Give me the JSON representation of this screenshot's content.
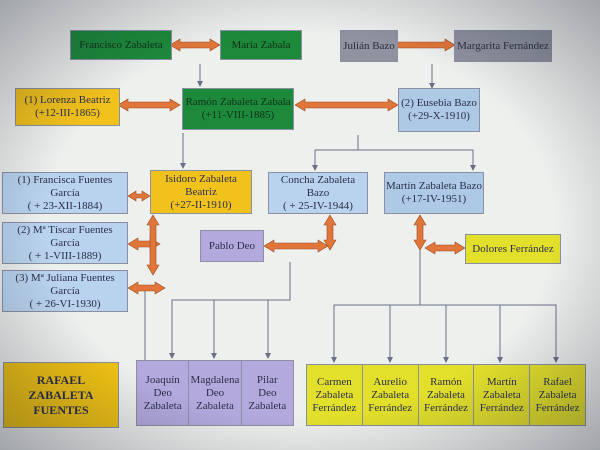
{
  "nodes": {
    "francisco": {
      "name": "Francisco Zabaleta",
      "date": ""
    },
    "maria": {
      "name": "Maria  Zabala",
      "date": ""
    },
    "julian": {
      "name": "Julián Bazo",
      "date": ""
    },
    "margarita": {
      "name": "Margarita Fernández",
      "date": ""
    },
    "lorenza": {
      "name": "(1) Lorenza Beatriz",
      "date": "(+12-III-1865)"
    },
    "ramon_sr": {
      "name": "Ramón Zabaleta Zabala",
      "date": "(+11-VIII-1885)"
    },
    "eusebia": {
      "name": "(2) Eusebia Bazo",
      "date": "(+29-X-1910)"
    },
    "francisca": {
      "name": "(1) Francisca Fuentes García",
      "date": "( + 23-XII-1884)"
    },
    "isidoro": {
      "name": "Isidoro Zabaleta Beatriz",
      "date": "(+27-II-1910)"
    },
    "concha": {
      "name": "Concha Zabaleta Bazo",
      "date": "( + 25-IV-1944)"
    },
    "martin_sr": {
      "name": "Martín Zabaleta Bazo",
      "date": "(+17-IV-1951)"
    },
    "tiscar": {
      "name": "(2) Mª Tíscar Fuentes García",
      "date": "( + 1-VIII-1889)"
    },
    "pablo": {
      "name": "Pablo Deo",
      "date": ""
    },
    "dolores": {
      "name": "Dolores Ferrández",
      "date": ""
    },
    "juliana": {
      "name": "(3) Mª Juliana Fuentes García",
      "date": "( + 26-VI-1930)"
    },
    "rafael_fuentes": {
      "name": "RAFAEL\nZABALETA\nFUENTES",
      "date": ""
    }
  },
  "deo_children": [
    {
      "first": "Joaquín",
      "mid": "Deo",
      "last": "Zabaleta"
    },
    {
      "first": "Magdalena",
      "mid": "Deo",
      "last": "Zabaleta"
    },
    {
      "first": "Pilar",
      "mid": "Deo",
      "last": "Zabaleta"
    }
  ],
  "zabaleta_children": [
    {
      "first": "Carmen",
      "mid": "Zabaleta",
      "last": "Ferrández"
    },
    {
      "first": "Aurelio",
      "mid": "Zabaleta",
      "last": "Ferrández"
    },
    {
      "first": "Ramón",
      "mid": "Zabaleta",
      "last": "Ferrández"
    },
    {
      "first": "Martín",
      "mid": "Zabaleta",
      "last": "Ferrández"
    },
    {
      "first": "Rafael",
      "mid": "Zabaleta",
      "last": "Ferrández"
    }
  ],
  "colors": {
    "marriage_arrow": "#e0763a",
    "descent_line": "#6a6f86",
    "background": "#eef0ee"
  }
}
